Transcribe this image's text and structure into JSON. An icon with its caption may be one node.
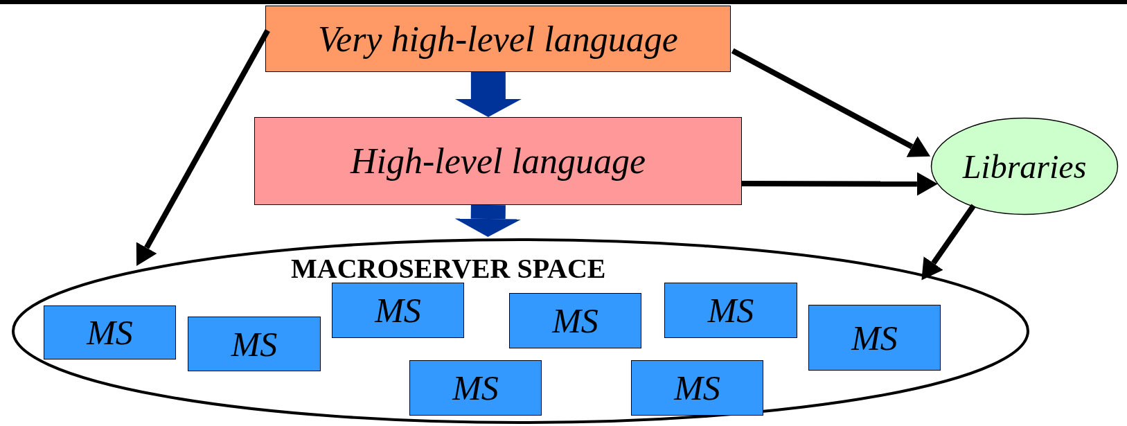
{
  "diagram": {
    "nodes": [
      {
        "text": [
          "Very high-level language"
        ]
      },
      {
        "text": [
          "High-level language"
        ]
      },
      {
        "text": [
          "Libraries"
        ]
      },
      {
        "text": [
          "MACROSERVER SPACE"
        ]
      },
      {
        "text": [
          "MS"
        ],
        "in": 3
      },
      {
        "text": [
          "MS"
        ],
        "in": 3
      },
      {
        "text": [
          "MS"
        ],
        "in": 3
      },
      {
        "text": [
          "MS"
        ],
        "in": 3
      },
      {
        "text": [
          "MS"
        ],
        "in": 3
      },
      {
        "text": [
          "MS"
        ],
        "in": 3
      },
      {
        "text": [
          "MS"
        ],
        "in": 3
      },
      {
        "text": [
          "MS"
        ],
        "in": 3
      }
    ],
    "edges": [
      {
        "from": 0,
        "to": 1,
        "arrow": "to",
        "style": "thick",
        "color": "#003399"
      },
      {
        "from": 0,
        "to": 3,
        "arrow": "to"
      },
      {
        "from": 0,
        "to": 2,
        "arrow": "to"
      },
      {
        "from": 1,
        "to": 2,
        "arrow": "to"
      },
      {
        "from": 1,
        "to": 3,
        "arrow": "to",
        "style": "thick",
        "color": "#003399"
      },
      {
        "from": 2,
        "to": 3,
        "arrow": "to"
      }
    ]
  }
}
